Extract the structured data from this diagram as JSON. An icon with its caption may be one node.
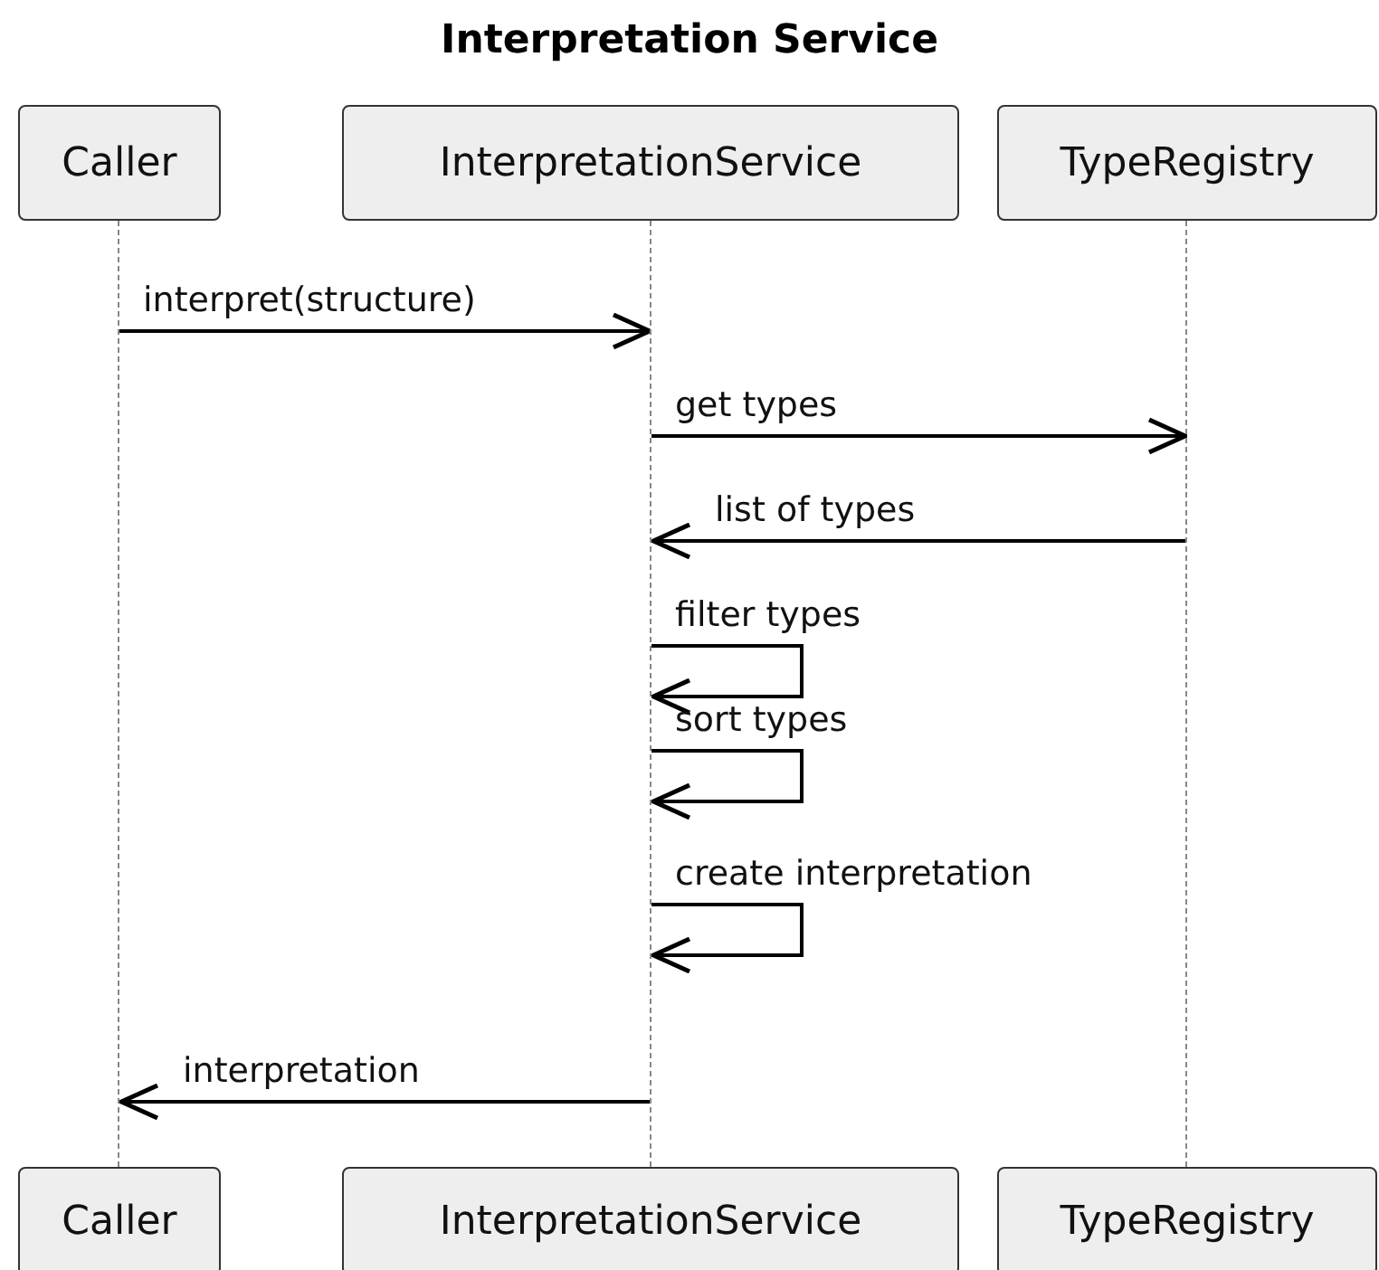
{
  "diagram": {
    "title": "Interpretation Service",
    "nodes": [
      {
        "text": [
          "Caller"
        ]
      },
      {
        "text": [
          "InterpretationService"
        ]
      },
      {
        "text": [
          "TypeRegistry"
        ]
      },
      {
        "text": [
          "Caller"
        ]
      },
      {
        "text": [
          "InterpretationService"
        ]
      },
      {
        "text": [
          "TypeRegistry"
        ]
      },
      {
        "text": [],
        "shape": "line"
      },
      {
        "text": [],
        "shape": "line"
      },
      {
        "text": [],
        "shape": "line"
      }
    ],
    "edges": [
      {
        "from": 6,
        "to": 7,
        "arrow": "to",
        "label": "interpret(structure)"
      },
      {
        "from": 7,
        "to": 8,
        "arrow": "to",
        "label": "get types"
      },
      {
        "from": 8,
        "to": 7,
        "arrow": "to",
        "label": "list of types"
      },
      {
        "from": 7,
        "to": 7,
        "arrow": "to",
        "label": "filter types"
      },
      {
        "from": 7,
        "to": 7,
        "arrow": "to",
        "label": "sort types"
      },
      {
        "from": 7,
        "to": 7,
        "arrow": "to",
        "label": "create interpretation"
      },
      {
        "from": 7,
        "to": 6,
        "arrow": "to",
        "label": "interpretation"
      }
    ]
  }
}
